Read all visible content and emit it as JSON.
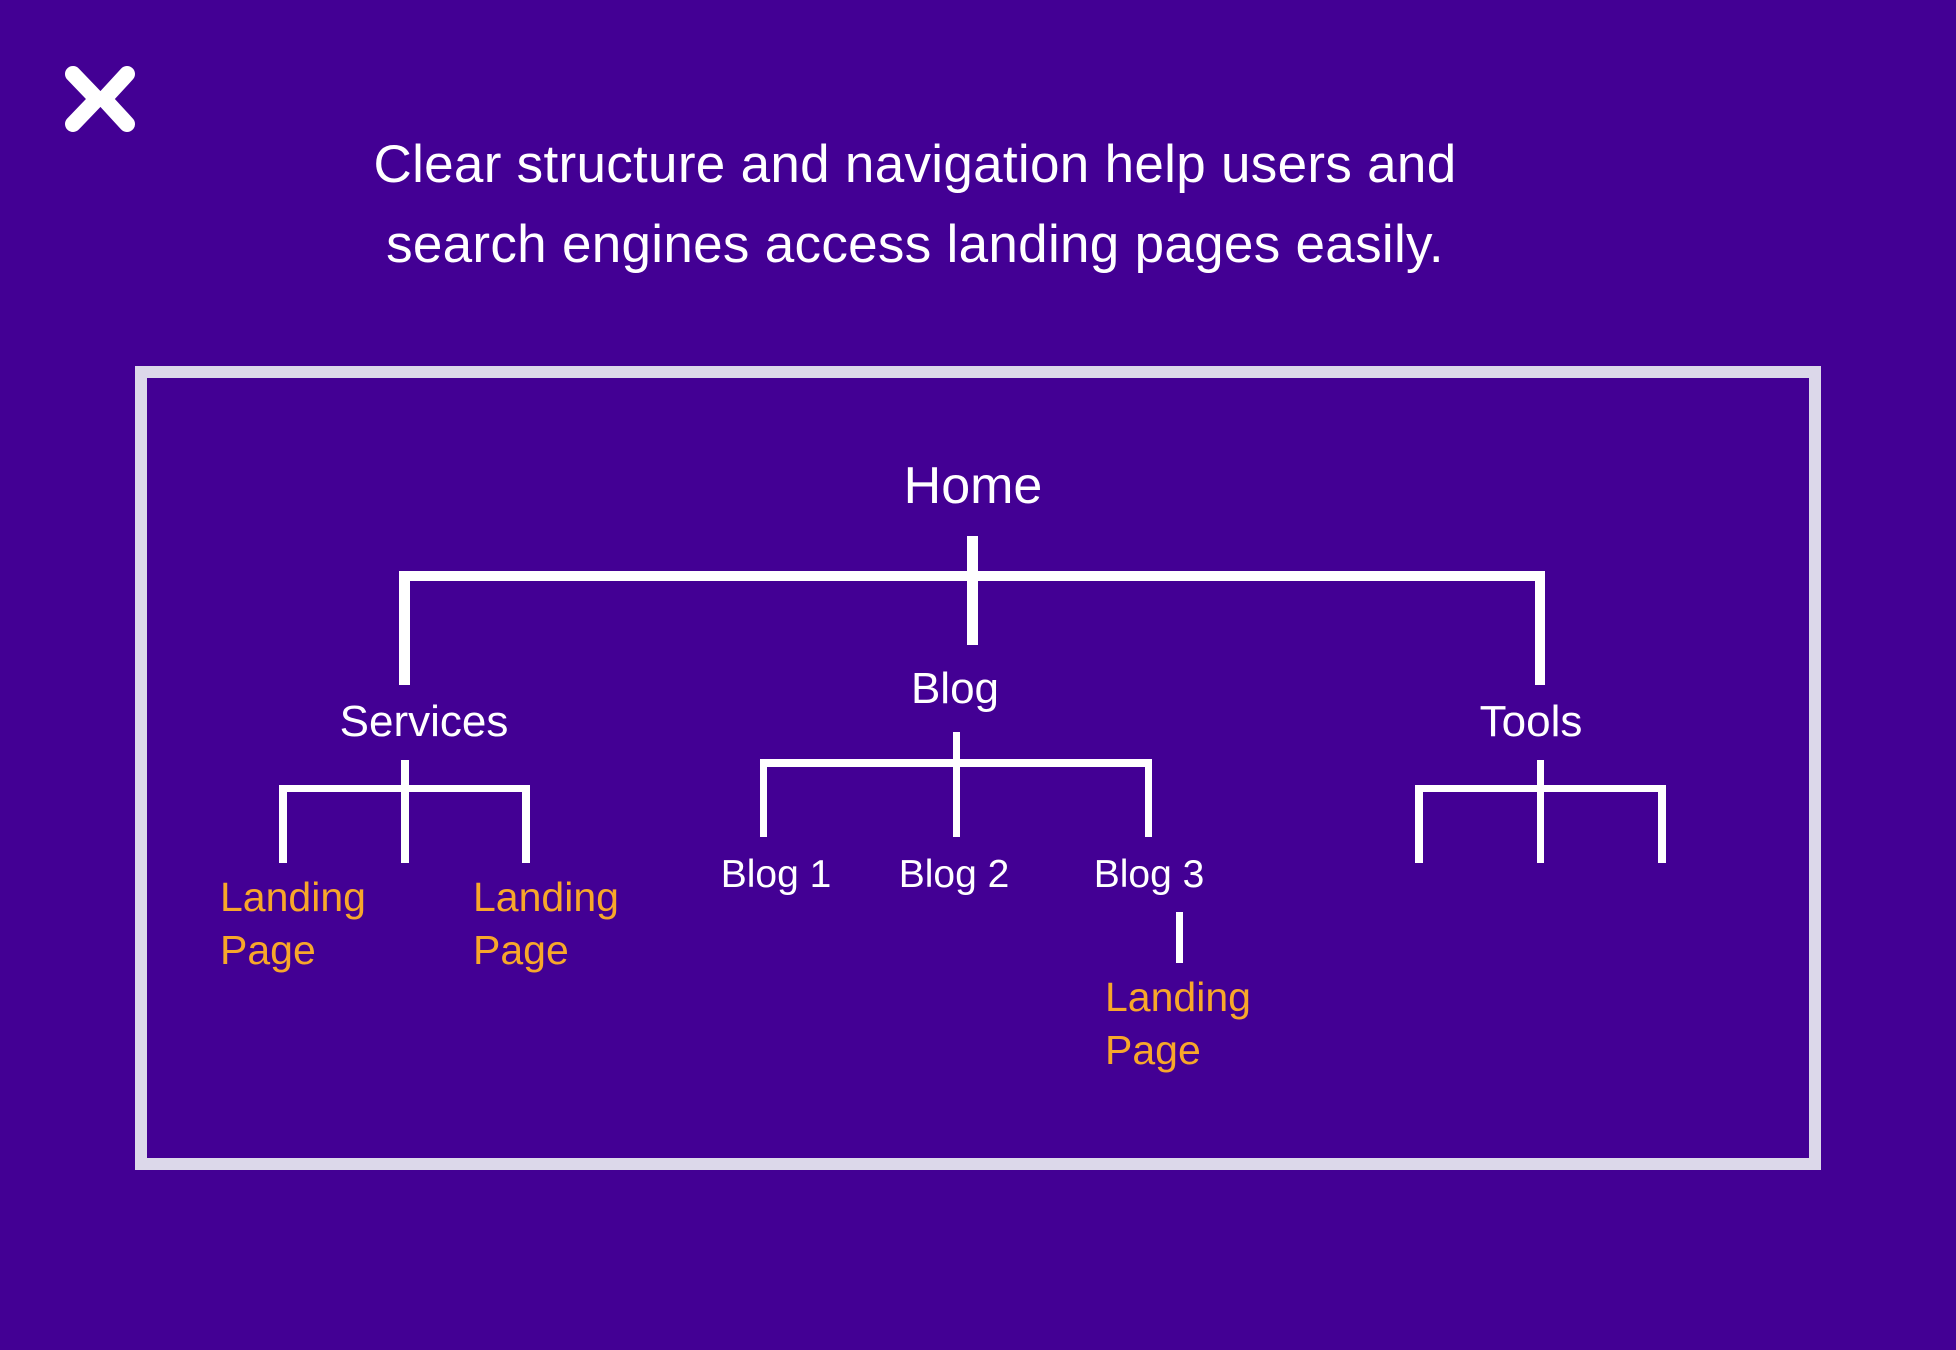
{
  "brand": {
    "logo_icon": "double-chevron-x-logo-icon"
  },
  "headline": {
    "line1": "Clear structure and navigation help users and",
    "line2": "search engines access landing pages easily."
  },
  "colors": {
    "background": "#430094",
    "frame_border": "#dcd8ea",
    "text_primary": "#ffffff",
    "landing_page_accent": "#f8a72a",
    "connector_lines": "#ffffff"
  },
  "diagram": {
    "root": {
      "label": "Home",
      "children": [
        {
          "label": "Services",
          "children": [
            {
              "label_line1": "Landing",
              "label_line2": "Page",
              "type": "landing-page"
            },
            {
              "label": "",
              "type": "unlabeled"
            },
            {
              "label_line1": "Landing",
              "label_line2": "Page",
              "type": "landing-page"
            }
          ]
        },
        {
          "label": "Blog",
          "children": [
            {
              "label": "Blog 1"
            },
            {
              "label": "Blog 2"
            },
            {
              "label": "Blog 3",
              "children": [
                {
                  "label_line1": "Landing",
                  "label_line2": "Page",
                  "type": "landing-page"
                }
              ]
            }
          ]
        },
        {
          "label": "Tools",
          "children": [
            {
              "label": "",
              "type": "unlabeled"
            },
            {
              "label": "",
              "type": "unlabeled"
            },
            {
              "label": "",
              "type": "unlabeled"
            }
          ]
        }
      ]
    }
  }
}
